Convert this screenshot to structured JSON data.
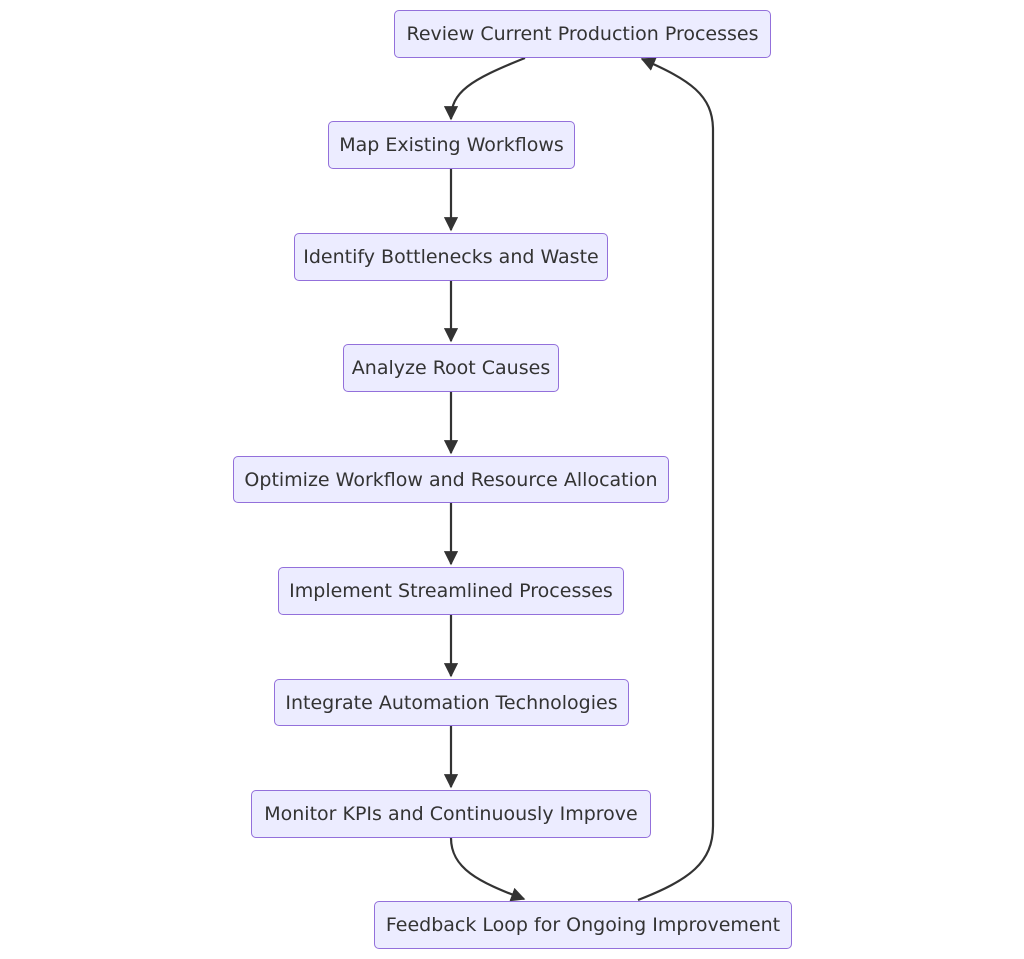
{
  "diagram": {
    "type": "flowchart",
    "colors": {
      "node_fill": "#ececff",
      "node_border": "#9370db",
      "edge": "#333333",
      "text": "#333333"
    },
    "nodes": [
      {
        "id": "review",
        "label": "Review Current Production Processes"
      },
      {
        "id": "map",
        "label": "Map Existing Workflows"
      },
      {
        "id": "identify",
        "label": "Identify Bottlenecks and Waste"
      },
      {
        "id": "analyze",
        "label": "Analyze Root Causes"
      },
      {
        "id": "optimize",
        "label": "Optimize Workflow and Resource Allocation"
      },
      {
        "id": "implement",
        "label": "Implement Streamlined Processes"
      },
      {
        "id": "integrate",
        "label": "Integrate Automation Technologies"
      },
      {
        "id": "monitor",
        "label": "Monitor KPIs and Continuously Improve"
      },
      {
        "id": "feedback",
        "label": "Feedback Loop for Ongoing Improvement"
      }
    ],
    "edges": [
      {
        "from": "review",
        "to": "map"
      },
      {
        "from": "map",
        "to": "identify"
      },
      {
        "from": "identify",
        "to": "analyze"
      },
      {
        "from": "analyze",
        "to": "optimize"
      },
      {
        "from": "optimize",
        "to": "implement"
      },
      {
        "from": "implement",
        "to": "integrate"
      },
      {
        "from": "integrate",
        "to": "monitor"
      },
      {
        "from": "monitor",
        "to": "feedback"
      },
      {
        "from": "feedback",
        "to": "review"
      }
    ]
  }
}
